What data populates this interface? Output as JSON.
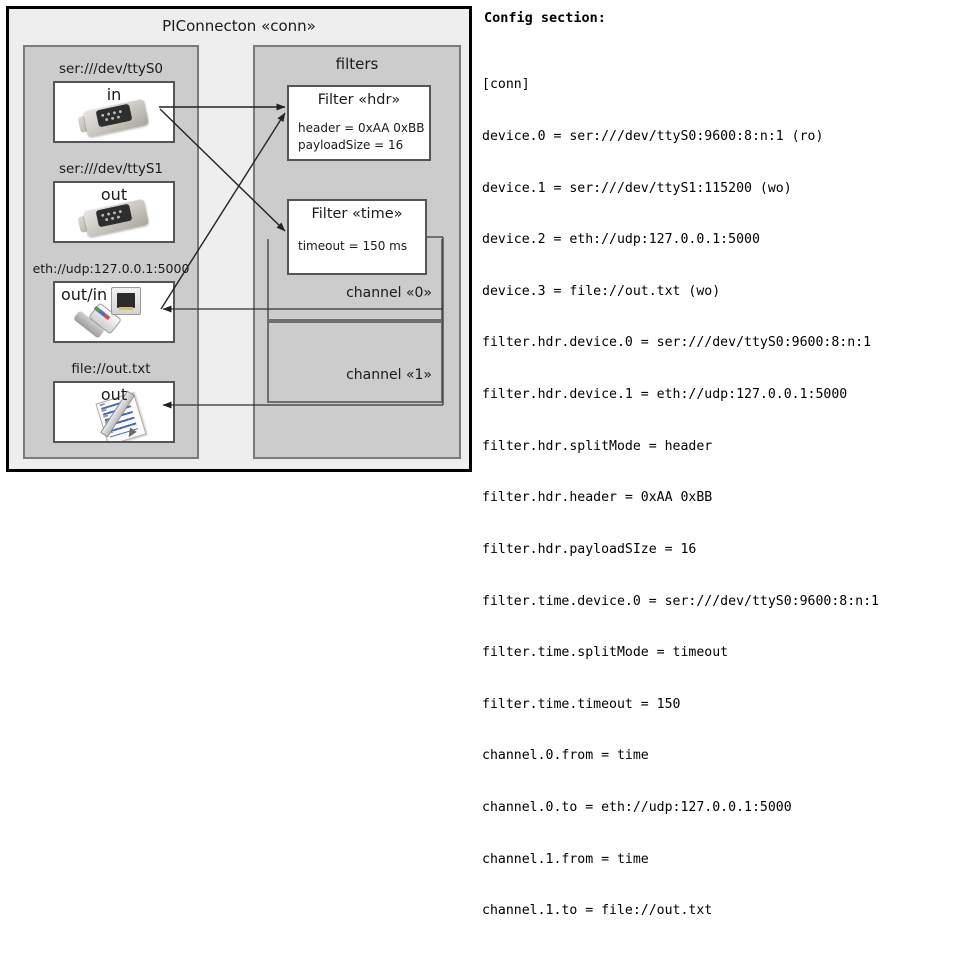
{
  "diagram": {
    "title": "PIConnecton «conn»",
    "devices_group": {
      "name": "devices-group",
      "items": [
        {
          "label": "ser:///dev/ttyS0",
          "direction": "in",
          "icon": "serial-port-icon"
        },
        {
          "label": "ser:///dev/ttyS1",
          "direction": "out",
          "icon": "serial-port-icon"
        },
        {
          "label": "eth://udp:127.0.0.1:5000",
          "direction": "out/in",
          "icon": "ethernet-icon"
        },
        {
          "label": "file://out.txt",
          "direction": "out",
          "icon": "text-file-icon"
        }
      ]
    },
    "filters_group": {
      "title": "filters",
      "filters": [
        {
          "title": "Filter «hdr»",
          "props": [
            "header = 0xAA 0xBB",
            "payloadSize = 16"
          ]
        },
        {
          "title": "Filter «time»",
          "props": [
            "timeout = 150 ms"
          ]
        }
      ]
    },
    "channels": [
      {
        "label": "channel «0»"
      },
      {
        "label": "channel «1»"
      }
    ]
  },
  "config": {
    "heading": "Config section:",
    "lines": [
      "[conn]",
      "device.0 = ser:///dev/ttyS0:9600:8:n:1 (ro)",
      "device.1 = ser:///dev/ttyS1:115200 (wo)",
      "device.2 = eth://udp:127.0.0.1:5000",
      "device.3 = file://out.txt (wo)",
      "filter.hdr.device.0 = ser:///dev/ttyS0:9600:8:n:1",
      "filter.hdr.device.1 = eth://udp:127.0.0.1:5000",
      "filter.hdr.splitMode = header",
      "filter.hdr.header = 0xAA 0xBB",
      "filter.hdr.payloadSIze = 16",
      "filter.time.device.0 = ser:///dev/ttyS0:9600:8:n:1",
      "filter.time.splitMode = timeout",
      "filter.time.timeout = 150",
      "channel.0.from = time",
      "channel.0.to = eth://udp:127.0.0.1:5000",
      "channel.1.from = time",
      "channel.1.to = file://out.txt"
    ]
  },
  "colors": {
    "frame_border": "#000000",
    "frame_fill": "#eeeeee",
    "group_fill": "#cccccc",
    "group_border": "#7a7a7a",
    "card_fill": "#ffffff",
    "card_border": "#555555",
    "connector": "#333333"
  }
}
